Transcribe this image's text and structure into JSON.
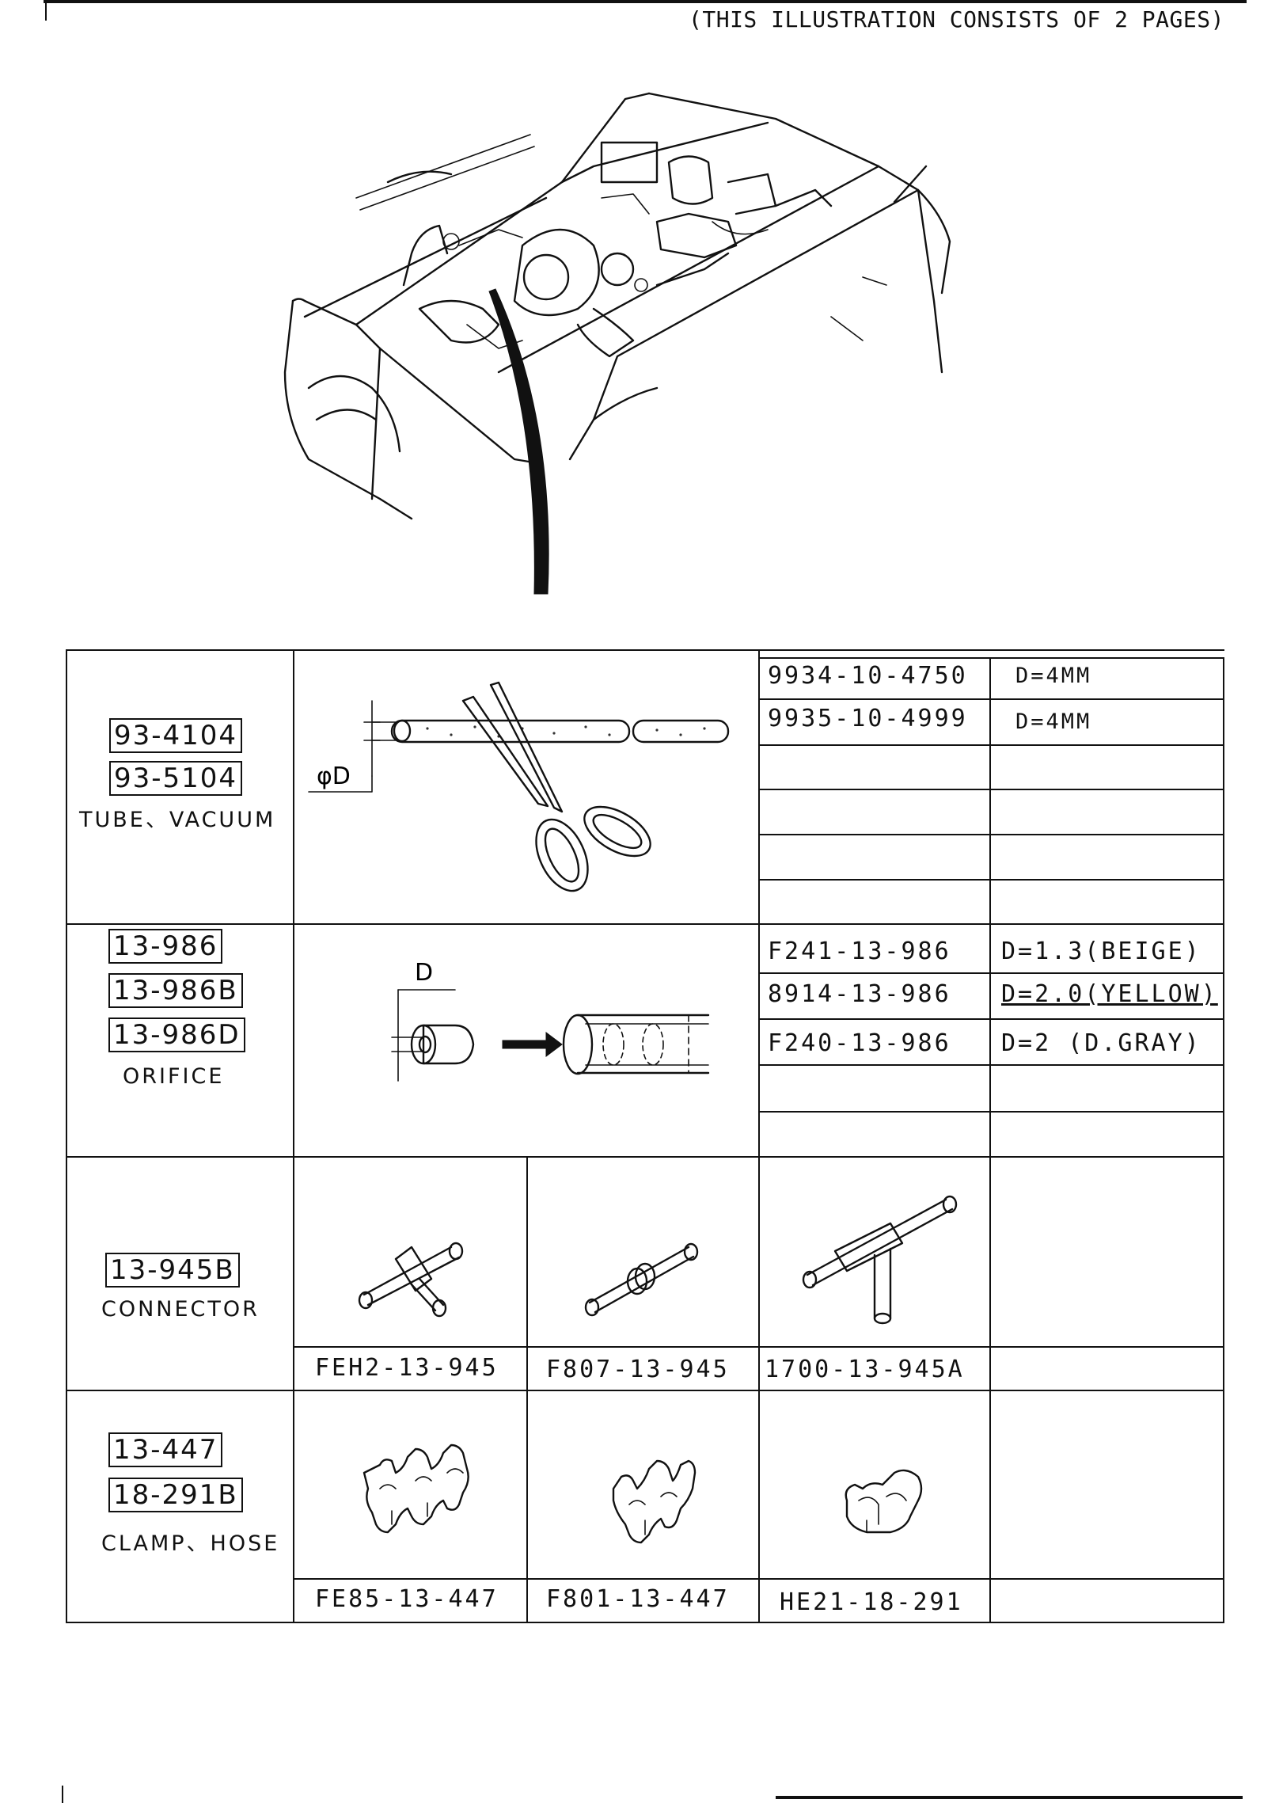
{
  "header": {
    "note": "(THIS ILLUSTRATION CONSISTS OF  2 PAGES)"
  },
  "rows": {
    "tube": {
      "codes": [
        "93-4104",
        "93-5104"
      ],
      "caption": "TUBE、VACUUM",
      "diagram_label": "φD",
      "parts": [
        {
          "number": "9934-10-4750",
          "spec": "D=4MM"
        },
        {
          "number": "9935-10-4999",
          "spec": "D=4MM"
        }
      ]
    },
    "orifice": {
      "codes": [
        "13-986",
        "13-986B",
        "13-986D"
      ],
      "caption": "ORIFICE",
      "diagram_label": "D",
      "parts": [
        {
          "number": "F241-13-986",
          "spec": "D=1.3(BEIGE)"
        },
        {
          "number": "8914-13-986",
          "spec": "D=2.0(YELLOW)"
        },
        {
          "number": "F240-13-986",
          "spec": "D=2 (D.GRAY)"
        }
      ]
    },
    "connector": {
      "codes": [
        "13-945B"
      ],
      "caption": "CONNECTOR",
      "parts": [
        "FEH2-13-945",
        "F807-13-945",
        "1700-13-945A"
      ]
    },
    "clamp": {
      "codes": [
        "13-447",
        "18-291B"
      ],
      "caption": "CLAMP、HOSE",
      "parts": [
        "FE85-13-447",
        "F801-13-447",
        "HE21-18-291"
      ]
    }
  }
}
